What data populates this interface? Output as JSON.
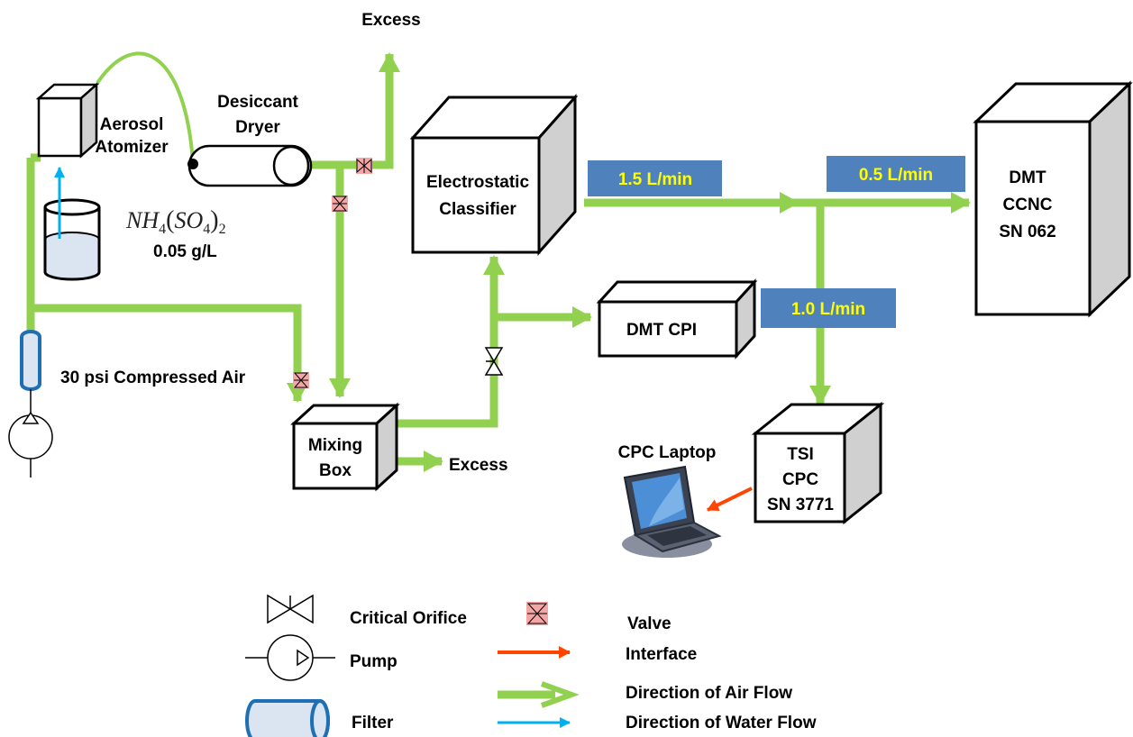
{
  "diagram": {
    "components": {
      "aerosol_atomizer": "Aerosol\nAtomizer",
      "desiccant_dryer": "Desiccant\nDryer",
      "solution_concentration": "0.05 g/L",
      "compressed_air": "30 psi Compressed Air",
      "mixing_box": "Mixing\nBox",
      "electrostatic_classifier": "Electrostatic\nClassifier",
      "dmt_cpi": "DMT CPI",
      "dmt_ccnc": "DMT\nCCNC\nSN 062",
      "tsi_cpc": "TSI\nCPC\nSN 3771",
      "cpc_laptop": "CPC Laptop",
      "excess_top": "Excess",
      "excess_mixing": "Excess"
    },
    "formula": {
      "species_1": "NH",
      "sub_1": "4",
      "species_2": "SO",
      "sub_2": "4",
      "sub_3": "2"
    },
    "flow_rates": {
      "classifier_out": "1.5 L/min",
      "ccnc_in": "0.5 L/min",
      "cpc_in": "1.0 L/min"
    },
    "legend": {
      "critical_orifice": "Critical Orifice",
      "valve": "Valve",
      "pump": "Pump",
      "interface": "Interface",
      "filter": "Filter",
      "air_flow": "Direction of Air Flow",
      "water_flow": "Direction of Water Flow"
    },
    "colors": {
      "air_flow": "#92d050",
      "water_flow": "#00b0f0",
      "interface": "#ff4500",
      "rate_box": "#4f81bd",
      "rate_text": "#ffff00",
      "valve": "#f4a6a6",
      "box_side": "#d0d0d0",
      "filter_fill": "#dbe5f1",
      "filter_edge": "#1f6fb5"
    }
  }
}
